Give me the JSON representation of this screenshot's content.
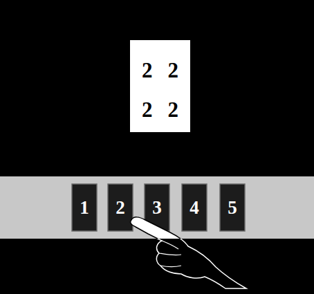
{
  "diagram": {
    "nodes": [
      {
        "text": [
          "2",
          "2",
          "2",
          "2"
        ]
      },
      {
        "text": [
          "1"
        ]
      },
      {
        "text": [
          "2"
        ]
      },
      {
        "text": [
          "3"
        ]
      },
      {
        "text": [
          "4"
        ]
      },
      {
        "text": [
          "5"
        ]
      }
    ]
  }
}
